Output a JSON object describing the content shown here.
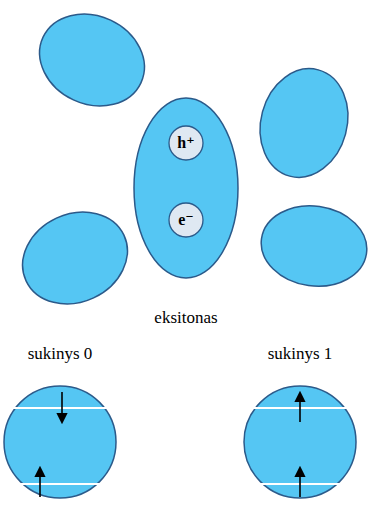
{
  "diagram": {
    "nodes": [
      {
        "text": [
          "h⁺"
        ]
      },
      {
        "text": [
          "e⁻"
        ]
      },
      {
        "text": [
          "sukinys 0"
        ]
      },
      {
        "text": [
          "sukinys 1"
        ]
      }
    ],
    "labels": [
      "eksitonas"
    ]
  }
}
